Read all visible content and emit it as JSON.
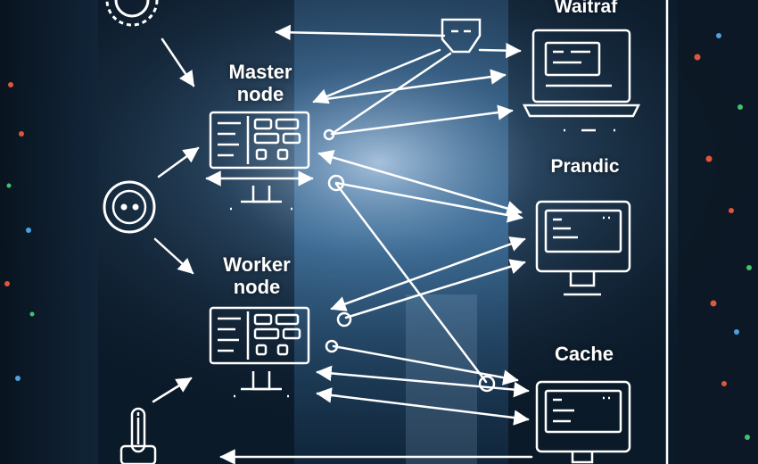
{
  "colors": {
    "background": "#0b1a29",
    "line": "#ffffff",
    "accent_red": "#e0563a",
    "accent_green": "#3ec46b",
    "accent_blue": "#4aa3e0",
    "corridor_light": "#cfe6ff"
  },
  "nodes": {
    "master": {
      "label": "Master\nnode",
      "icon": "monitor-dashboard-icon"
    },
    "worker": {
      "label": "Worker\nnode",
      "icon": "monitor-dashboard-icon"
    },
    "waitraf": {
      "label": "Waitraf",
      "icon": "laptop-icon"
    },
    "prandic": {
      "label": "Prandic",
      "icon": "terminal-monitor-icon"
    },
    "cache": {
      "label": "Cache",
      "icon": "terminal-monitor-icon"
    }
  },
  "decor_icons": [
    "gear-icon",
    "face-icon",
    "robot-face-icon",
    "thermometer-icon"
  ]
}
